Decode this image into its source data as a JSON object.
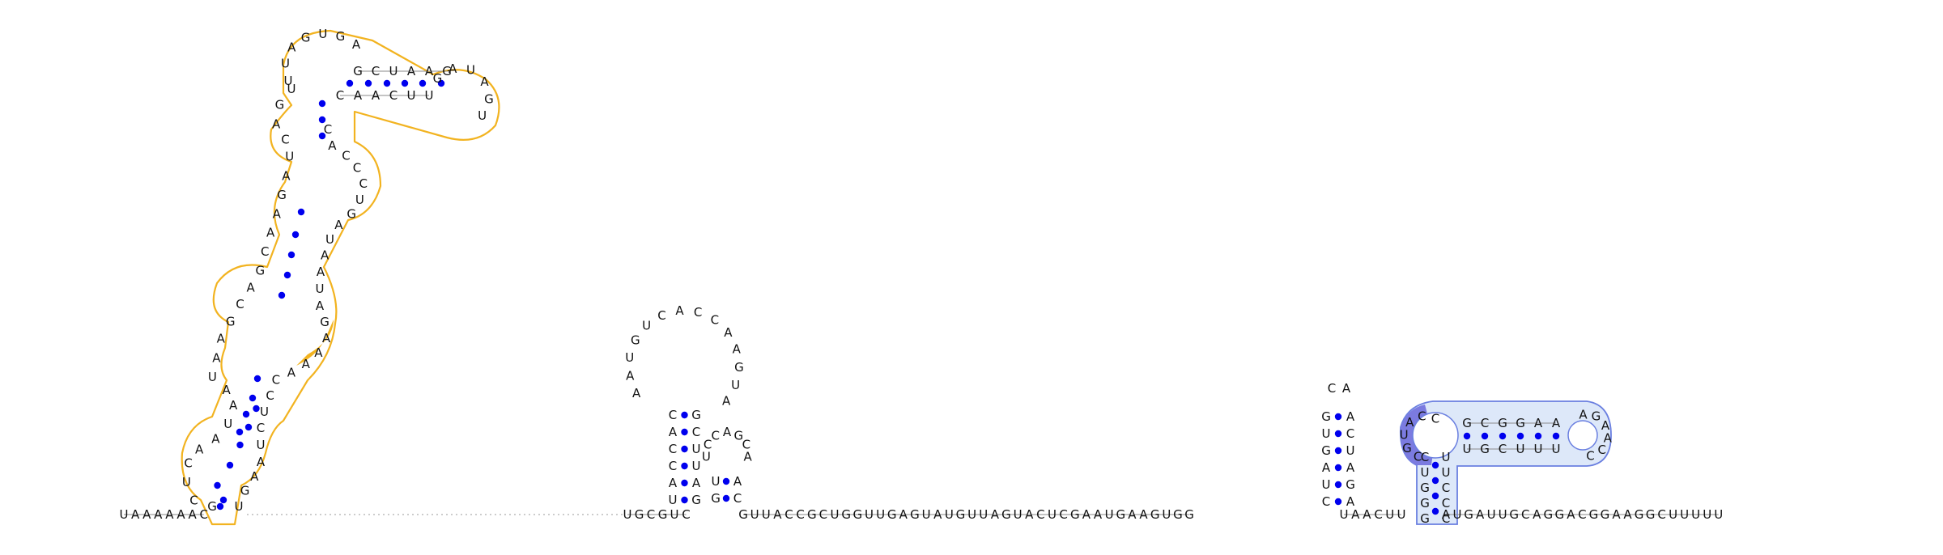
{
  "colors": {
    "hairpin_outline": "#f2b320",
    "hairpin_highlight": "#f2b320",
    "helix_fill": "#dde8f9",
    "helix_outline": "#6a7fe0",
    "helix_highlight": "#7b7be0",
    "pair_dot": "#0000ee",
    "text": "#111111"
  },
  "sequence": {
    "left_tail": [
      "U",
      "A",
      "A",
      "A",
      "A",
      "A",
      "A",
      "C"
    ],
    "mid_segment_1": [
      "U",
      "G",
      "C",
      "G",
      "U",
      "C"
    ],
    "mid_segment_2": [
      "G",
      "U",
      "U",
      "A",
      "C",
      "C",
      "G",
      "C",
      "U",
      "G",
      "G",
      "U",
      "U",
      "G",
      "A",
      "G",
      "U",
      "A",
      "U",
      "G",
      "U",
      "U",
      "A",
      "G",
      "U",
      "A",
      "C",
      "U",
      "C",
      "G",
      "A",
      "A",
      "U",
      "G",
      "A",
      "A",
      "G",
      "U",
      "G",
      "G"
    ],
    "mid_segment_3": [
      "U",
      "A",
      "A",
      "C",
      "U",
      "U"
    ],
    "right_tail": [
      "A",
      "U",
      "G",
      "A",
      "U",
      "U",
      "G",
      "C",
      "A",
      "G",
      "G",
      "A",
      "C",
      "G",
      "G",
      "A",
      "A",
      "G",
      "G",
      "C",
      "U",
      "U",
      "U",
      "U",
      "U"
    ]
  },
  "structures": {
    "long_hairpin": {
      "upper_arm": [
        "U",
        "U",
        "A",
        "G",
        "U",
        "G",
        "A"
      ],
      "side_helix_5": [
        "G",
        "C",
        "U",
        "A",
        "A",
        "G"
      ],
      "side_loop": [
        "G",
        "A",
        "U",
        "A",
        "G",
        "U"
      ],
      "side_helix_3": [
        "C",
        "A",
        "A",
        "C",
        "U",
        "U",
        "A",
        "G",
        "C"
      ],
      "stem_5": [
        "G",
        "C",
        "U",
        "C",
        "A",
        "A",
        "U",
        "A",
        "A",
        "U",
        "A",
        "A",
        "G",
        "C",
        "A",
        "G",
        "C",
        "A",
        "A",
        "G",
        "A",
        "U",
        "C",
        "A",
        "G",
        "U"
      ],
      "stem_3": [
        "C",
        "A",
        "C",
        "C",
        "C",
        "U",
        "G",
        "A",
        "U",
        "A",
        "A",
        "U",
        "A",
        "G",
        "A",
        "A",
        "A",
        "A",
        "C",
        "C",
        "U",
        "C",
        "U",
        "A",
        "A",
        "G",
        "U"
      ]
    },
    "hairpin_two": {
      "loop": [
        "A",
        "A",
        "U",
        "G",
        "U",
        "C",
        "A",
        "C",
        "C",
        "A",
        "A",
        "G",
        "U",
        "A"
      ],
      "stem_5": [
        "U",
        "A",
        "C",
        "C",
        "A",
        "C"
      ],
      "stem_3": [
        "G",
        "C",
        "U",
        "U",
        "A",
        "G"
      ],
      "mini_loop": [
        "U",
        "C",
        "C",
        "A",
        "G",
        "C",
        "A"
      ],
      "mini_stem": [
        "U",
        "G",
        "A",
        "C"
      ]
    },
    "hairpin_three": {
      "stem_5": [
        "G",
        "U",
        "G",
        "A",
        "U",
        "C"
      ],
      "loop": [
        "C",
        "A"
      ],
      "stem_3": [
        "A",
        "C",
        "U",
        "A",
        "G",
        "A"
      ]
    },
    "highlighted_helix": {
      "outer_5": [
        "G",
        "G",
        "G",
        "U",
        "C"
      ],
      "outer_3": [
        "C",
        "C",
        "C",
        "U",
        "U"
      ],
      "loop_left": [
        "C",
        "G",
        "U",
        "A",
        "C",
        "C"
      ],
      "inner_5": [
        "G",
        "C",
        "G",
        "G",
        "A",
        "A"
      ],
      "inner_3": [
        "U",
        "G",
        "C",
        "U",
        "U",
        "U"
      ],
      "cap": [
        "A",
        "G",
        "A",
        "A",
        "C",
        "C"
      ]
    }
  }
}
